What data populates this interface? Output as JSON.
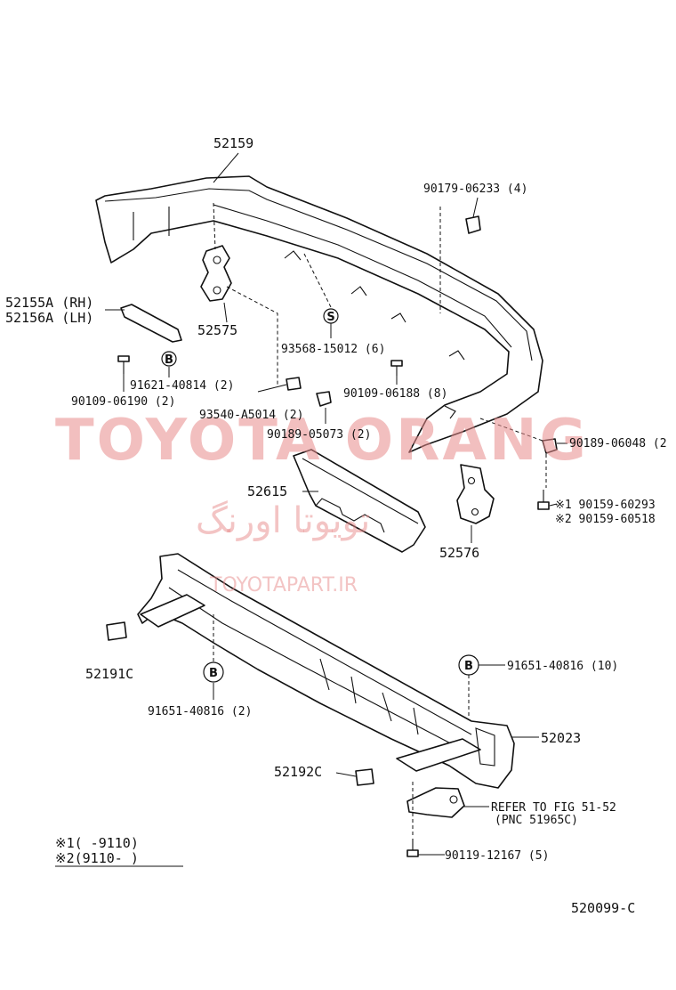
{
  "labels": {
    "p52159": "52159",
    "p90179": "90179-06233 (4)",
    "p52155a": "52155A (RH)",
    "p52156a": "52156A (LH)",
    "p52575": "52575",
    "p93568": "93568-15012 (6)",
    "p91621": "91621-40814 (2)",
    "p90109_190": "90109-06190 (2)",
    "p90109_188": "90109-06188 (8)",
    "p93540": "93540-A5014 (2)",
    "p90189_073": "90189-05073 (2)",
    "p90189_048": "90189-06048 (2",
    "p90159_293": "※1 90159-60293",
    "p90159_518": "※2 90159-60518",
    "p52615": "52615",
    "p52576": "52576",
    "p52191c": "52191C",
    "p91651_b10": "91651-40816 (10)",
    "p91651_b2": "91651-40816 (2)",
    "p52023": "52023",
    "p52192c": "52192C",
    "refer1": "REFER TO FIG 51-52",
    "refer2": "(PNC 51965C)",
    "p90119": "90119-12167 (5)",
    "legend1": "※1(      -9110)",
    "legend2": "※2(9110-       )",
    "figno": "520099-C"
  },
  "marks": {
    "s": "S",
    "b": "B"
  },
  "watermark": {
    "brand": "TOYOTA ORANG",
    "persian": "تویوتا اورنگ",
    "site": "TOYOTAPART.IR"
  }
}
